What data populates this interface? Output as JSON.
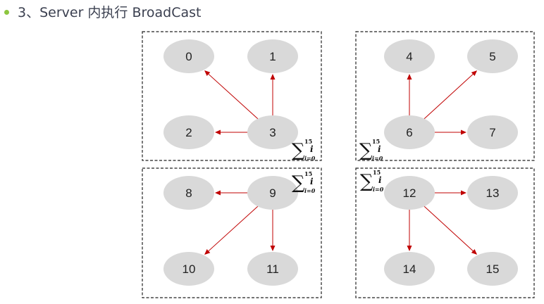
{
  "title": {
    "bullet_color": "#8dc63f",
    "text": "3、Server 内执行 BroadCast"
  },
  "colors": {
    "node_fill": "#d9d9d9",
    "arrow": "#c00000",
    "border": "#222222"
  },
  "sum_formula": {
    "symbol": "∑",
    "upper": "15",
    "lower": "i=0",
    "term": "i"
  },
  "groups": [
    {
      "id": "group-0",
      "source": "3",
      "nodes": [
        {
          "label": "0",
          "pos": "top-left"
        },
        {
          "label": "1",
          "pos": "top-right"
        },
        {
          "label": "2",
          "pos": "bottom-left"
        },
        {
          "label": "3",
          "pos": "bottom-right"
        }
      ],
      "edges": [
        [
          "3",
          "0"
        ],
        [
          "3",
          "1"
        ],
        [
          "3",
          "2"
        ]
      ],
      "sum_position": "bottom-right"
    },
    {
      "id": "group-1",
      "source": "6",
      "nodes": [
        {
          "label": "4",
          "pos": "top-left"
        },
        {
          "label": "5",
          "pos": "top-right"
        },
        {
          "label": "6",
          "pos": "bottom-left"
        },
        {
          "label": "7",
          "pos": "bottom-right"
        }
      ],
      "edges": [
        [
          "6",
          "4"
        ],
        [
          "6",
          "5"
        ],
        [
          "6",
          "7"
        ]
      ],
      "sum_position": "bottom-left"
    },
    {
      "id": "group-2",
      "source": "9",
      "nodes": [
        {
          "label": "8",
          "pos": "top-left"
        },
        {
          "label": "9",
          "pos": "top-right"
        },
        {
          "label": "10",
          "pos": "bottom-left"
        },
        {
          "label": "11",
          "pos": "bottom-right"
        }
      ],
      "edges": [
        [
          "9",
          "8"
        ],
        [
          "9",
          "10"
        ],
        [
          "9",
          "11"
        ]
      ],
      "sum_position": "top-right"
    },
    {
      "id": "group-3",
      "source": "12",
      "nodes": [
        {
          "label": "12",
          "pos": "top-left"
        },
        {
          "label": "13",
          "pos": "top-right"
        },
        {
          "label": "14",
          "pos": "bottom-left"
        },
        {
          "label": "15",
          "pos": "bottom-right"
        }
      ],
      "edges": [
        [
          "12",
          "13"
        ],
        [
          "12",
          "14"
        ],
        [
          "12",
          "15"
        ]
      ],
      "sum_position": "top-left"
    }
  ]
}
